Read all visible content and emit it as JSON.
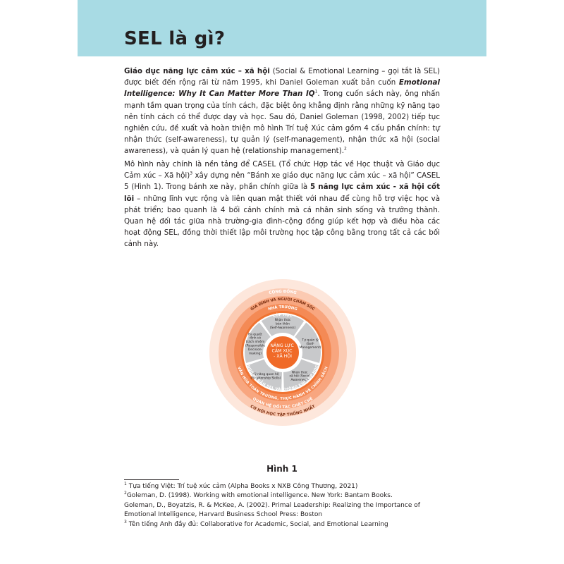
{
  "header": {
    "title": "SEL là gì?"
  },
  "para1": {
    "term": "Giáo dục năng lực cảm xúc – xã hội",
    "part1": " (Social & Emotional Learning – gọi tắt là SEL) được biết đến rộng rãi từ năm 1995, khi Daniel Goleman xuất bản cuốn ",
    "book": "Emotional Intelligence: Why It Can Matter More Than IQ",
    "sup1": "1",
    "part2": ". Trong cuốn sách này, ông nhấn mạnh tầm quan trọng của tính cách, đặc biệt ông khẳng định rằng những kỹ năng tạo nên tính cách có thể được dạy và học. Sau đó, Daniel Goleman (1998, 2002) tiếp tục nghiên cứu, đề xuất và hoàn thiện mô hình Trí tuệ Xúc cảm gồm 4 cấu phần chính: tự nhận thức (self-awareness), tự quản lý (self-management), nhận thức xã hội (social awareness), và quản lý quan hệ (relationship management).",
    "sup2": "2"
  },
  "para2": {
    "part1": "Mô hình này chính là nền tảng để CASEL (Tổ chức Hợp tác về Học thuật và Giáo dục Cảm xúc – Xã hội)",
    "sup3": "3",
    "part2": " xây dựng nên “Bánh xe giáo dục năng lực cảm xúc – xã hội” CASEL 5 (Hình 1). Trong bánh xe này, phần chính giữa là ",
    "bold": "5 năng lực cảm xúc - xã hội cốt lõi",
    "part3": " – những lĩnh vực rộng và liên quan mật thiết với nhau để cùng hỗ trợ việc học và phát triển; bao quanh là 4 bối cảnh chính mà cá nhân sinh sống và trưởng thành. Quan hệ đối tác giữa nhà trường-gia đình-cộng đồng giúp kết hợp và điều hòa các hoạt động SEL, đồng thời thiết lập môi trường học tập công bằng trong tất cả các bối cảnh này."
  },
  "diagram": {
    "center": [
      "NĂNG LỰC",
      "CẢM XÚC",
      "- XÃ HỘI"
    ],
    "segments": [
      {
        "lines": [
          "Nhận thức",
          "bản thân",
          "(Self-Awareness)"
        ]
      },
      {
        "lines": [
          "Tự quản lý",
          "(Self-",
          "Management)"
        ]
      },
      {
        "lines": [
          "Nhận thức",
          "xã hội (Social",
          "Awareness)"
        ]
      },
      {
        "lines": [
          "Kỹ năng quan hệ",
          "(Relationship Skills)"
        ]
      },
      {
        "lines": [
          "Ra quyết",
          "định có",
          "trách nhiệm",
          "(Responsible",
          "Decision-",
          "making)"
        ]
      }
    ],
    "top_rings": [
      "CỘNG ĐỒNG",
      "GIA ĐÌNH VÀ NGƯỜI CHĂM SÓC",
      "NHÀ TRƯỜNG",
      "LỚP HỌC"
    ],
    "bottom_rings": [
      "HƯỚNG DẪN SEL VÀ KHÔNG KHÍ LỚP HỌC",
      "VĂN HÓA TOÀN TRƯỜNG, THỰC HÀNH VÀ CHÍNH SÁCH",
      "QUAN HỆ ĐỐI TÁC CHẶT CHẼ",
      "CƠ HỘI HỌC TẬP THỐNG NHẤT"
    ],
    "colors": {
      "ring1": "#fde7dc",
      "ring2": "#fbcab2",
      "ring3": "#f8a67f",
      "ring4": "#f48a55",
      "ring5": "#f07331",
      "wheel": "#ffffff",
      "segment": "#c8c9cb",
      "center": "#f06a28"
    }
  },
  "figure": {
    "caption": "Hình 1"
  },
  "footnotes": [
    {
      "num": "1",
      "text": "Tựa tiếng Việt: Trí tuệ xúc cảm (Alpha Books x NXB Công Thương, 2021)"
    },
    {
      "num": "2",
      "text": "Goleman, D. (1998). Working with emotional intelligence. New York: Bantam Books."
    },
    {
      "num": "",
      "text": "Goleman, D., Boyatzis, R. & McKee, A. (2002). Primal Leadership: Realizing the Importance of"
    },
    {
      "num": "",
      "text": "Emotional Intelligence, Harvard Business School Press: Boston"
    },
    {
      "num": "3",
      "text": "Tên tiếng Anh đầy đủ: Collaborative for Academic, Social, and Emotional Learning"
    }
  ]
}
